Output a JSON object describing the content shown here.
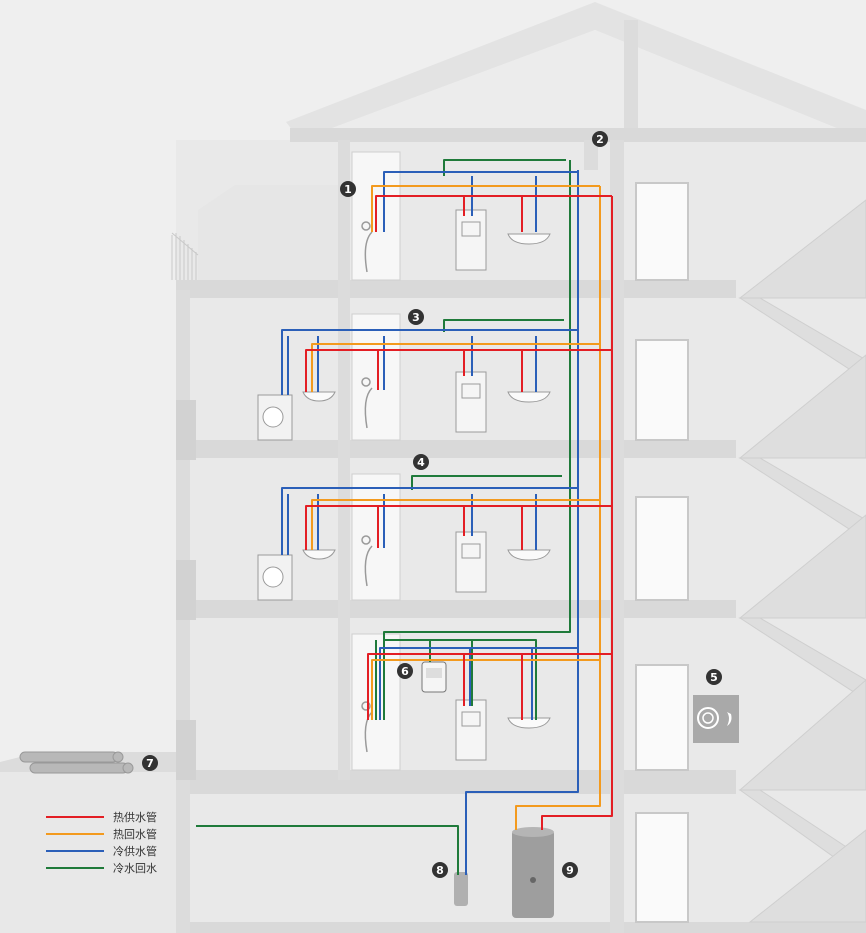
{
  "colors": {
    "hot_supply": "#e31e24",
    "hot_return": "#f39a1e",
    "cold_supply": "#2b5fb8",
    "cold_return": "#1f7a3a",
    "wall": "#e1e1e1",
    "slab": "#d6d6d6",
    "badge": "#333333"
  },
  "legend": [
    {
      "label": "热供水管",
      "color": "#e31e24"
    },
    {
      "label": "热回水管",
      "color": "#f39a1e"
    },
    {
      "label": "冷供水管",
      "color": "#2b5fb8"
    },
    {
      "label": "冷水回水",
      "color": "#1f7a3a"
    }
  ],
  "markers": [
    "1",
    "2",
    "3",
    "4",
    "5",
    "6",
    "7",
    "8",
    "9"
  ]
}
